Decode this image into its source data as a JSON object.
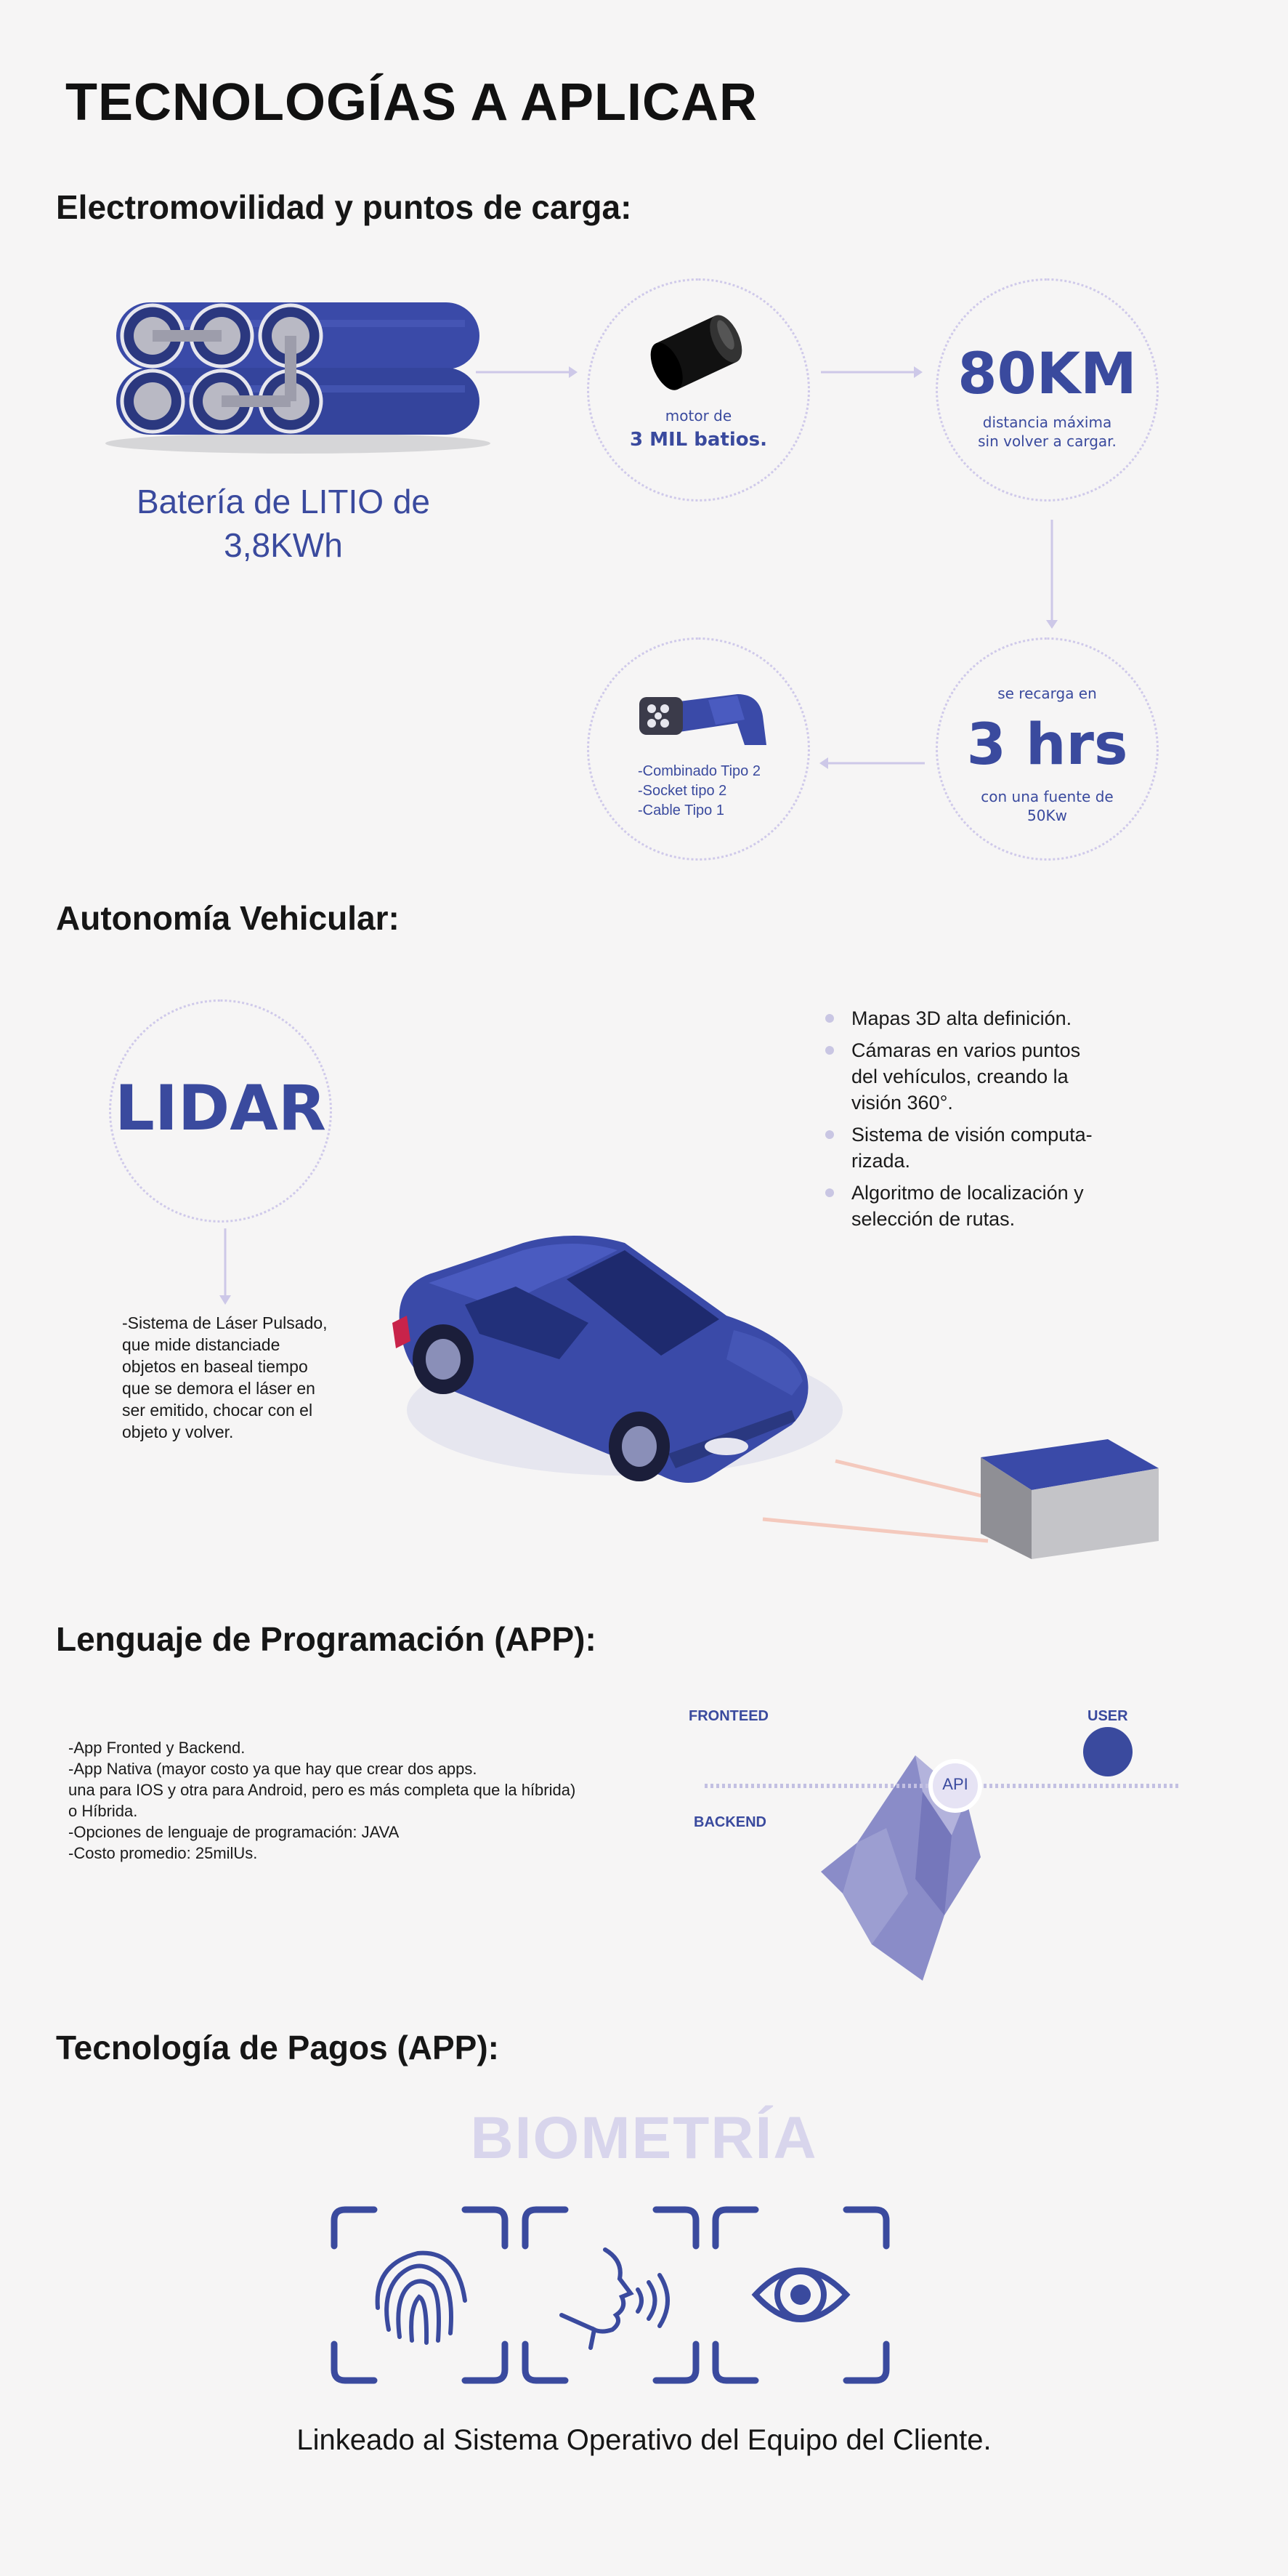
{
  "title": "TECNOLOGÍAS A APLICAR",
  "sections": {
    "electro": {
      "heading": "Electromovilidad y puntos de carga:",
      "battery_label": "Batería de LITIO de 3,8KWh",
      "motor_small": "motor de",
      "motor_big": "3 MIL batios.",
      "range_big": "80KM",
      "range_small": "distancia máxima sin volver a cargar.",
      "recharge_small": "se recarga en",
      "recharge_big": "3 hrs",
      "recharge_source": "con una fuente de 50Kw",
      "connector_list": "-Combinado Tipo 2\n-Socket tipo 2\n-Cable Tipo 1"
    },
    "autonomia": {
      "heading": "Autonomía Vehicular:",
      "lidar": "LIDAR",
      "lidar_desc": "-Sistema de Láser Pulsado,\nque mide distanciade\nobjetos en baseal tiempo\nque se demora el láser en\nser emitido, chocar con el\nobjeto y volver.",
      "bullets": [
        "Mapas 3D alta definición.",
        "Cámaras en varios puntos del vehículos, creando la visión 360°.",
        "Sistema de visión computa-rizada.",
        "Algoritmo de localización y selección de rutas."
      ]
    },
    "programacion": {
      "heading": "Lenguaje de Programación (APP):",
      "desc": "-App Fronted y Backend.\n-App Nativa (mayor costo ya que hay que crear dos apps.\nuna para IOS y otra para Android, pero es más completa que la híbrida)\n o Híbrida.\n-Opciones de lenguaje de programación: JAVA\n-Costo promedio: 25milUs.",
      "frontend_label": "FRONTEED",
      "backend_label": "BACKEND",
      "api_label": "API",
      "user_label": "USER"
    },
    "pagos": {
      "heading": "Tecnología de Pagos (APP):",
      "biometria": "BIOMETRÍA",
      "footer": "Linkeado al Sistema Operativo del Equipo del Cliente."
    }
  },
  "colors": {
    "brand_blue": "#3a4a9e",
    "dotted_circle": "#cfc9ea",
    "biometria_light": "#d8d5ec",
    "iceberg": "#8a8cc8"
  },
  "icons": [
    "battery-icon",
    "motor-icon",
    "charger-connector-icon",
    "car-illustration",
    "obstacle-box-icon",
    "iceberg-icon",
    "fingerprint-icon",
    "voice-icon",
    "eye-icon"
  ]
}
